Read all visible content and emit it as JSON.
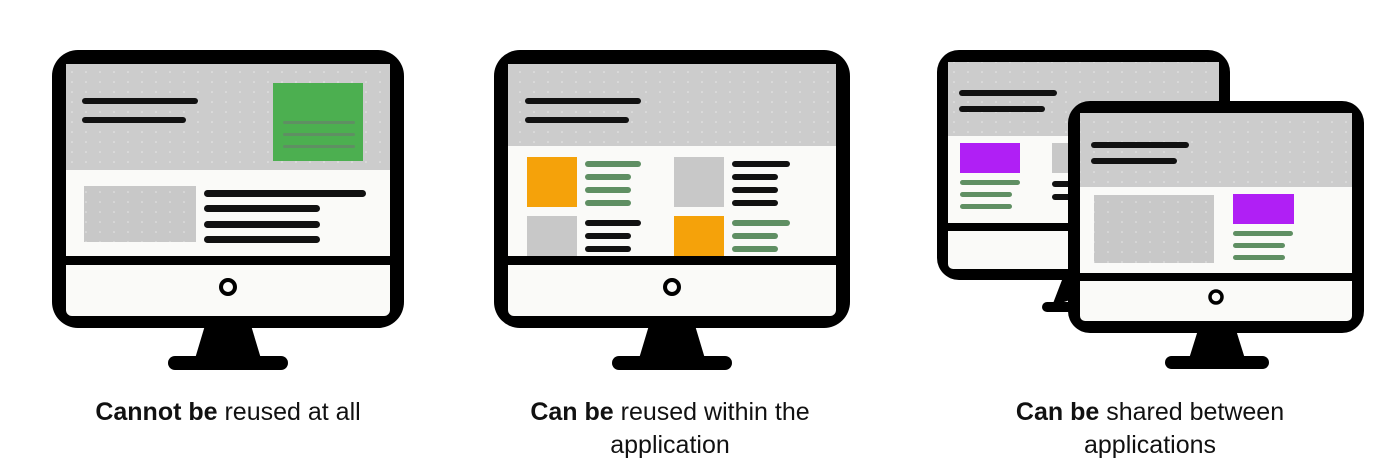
{
  "panels": [
    {
      "caption_bold": "Cannot be",
      "caption_rest": " reused at all"
    },
    {
      "caption_bold": "Can be",
      "caption_rest": " reused within the application"
    },
    {
      "caption_bold": "Can be",
      "caption_rest": " shared between applications"
    }
  ],
  "colors": {
    "frame": "#000000",
    "screen": "#fafaf8",
    "header": "#cccccc",
    "placeholder": "#c8c8c8",
    "text_bar_dark": "#111111",
    "text_bar_green": "#5f8f63",
    "green_block": "#4caf50",
    "orange_block": "#f5a20a",
    "purple_block": "#b01ff5"
  }
}
